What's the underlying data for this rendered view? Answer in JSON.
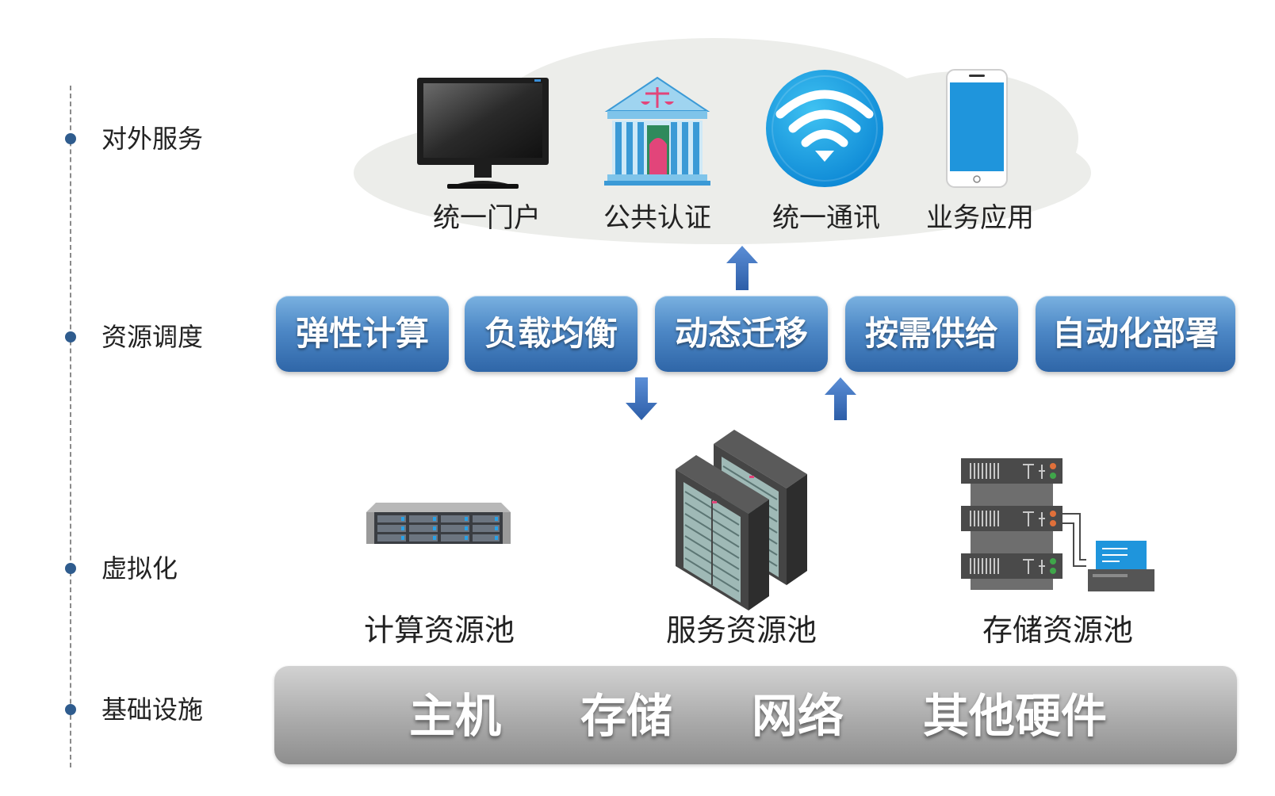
{
  "layers": [
    {
      "name": "对外服务"
    },
    {
      "name": "资源调度"
    },
    {
      "name": "虚拟化"
    },
    {
      "name": "基础设施"
    }
  ],
  "external_services": [
    {
      "label": "统一门户",
      "icon": "monitor-icon"
    },
    {
      "label": "公共认证",
      "icon": "court-building-icon"
    },
    {
      "label": "统一通讯",
      "icon": "wifi-icon"
    },
    {
      "label": "业务应用",
      "icon": "smartphone-icon"
    }
  ],
  "scheduling": [
    {
      "label": "弹性计算"
    },
    {
      "label": "负载均衡"
    },
    {
      "label": "动态迁移"
    },
    {
      "label": "按需供给"
    },
    {
      "label": "自动化部署"
    }
  ],
  "pools": [
    {
      "label": "计算资源池",
      "icon": "rack-server-icon"
    },
    {
      "label": "服务资源池",
      "icon": "server-cabinets-icon"
    },
    {
      "label": "存储资源池",
      "icon": "storage-array-icon"
    }
  ],
  "infrastructure": [
    {
      "label": "主机"
    },
    {
      "label": "存储"
    },
    {
      "label": "网络"
    },
    {
      "label": "其他硬件"
    }
  ],
  "colors": {
    "axis_dot": "#2f5c8e",
    "button_blue": "#4d88c6",
    "arrow_blue": "#3a6cb5",
    "cloud": "#ecedea",
    "infra_gray": "#ababab"
  }
}
